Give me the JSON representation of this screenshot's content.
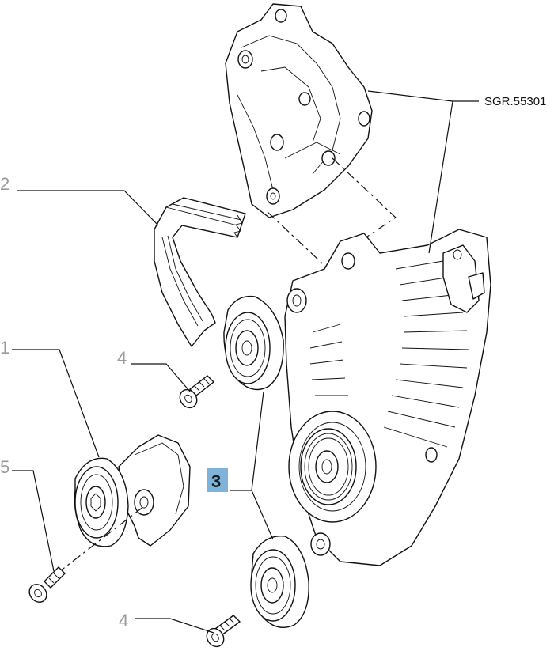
{
  "callouts": [
    {
      "id": "1",
      "label": "1",
      "highlighted": false
    },
    {
      "id": "2",
      "label": "2",
      "highlighted": false
    },
    {
      "id": "3",
      "label": "3",
      "highlighted": true
    },
    {
      "id": "4a",
      "label": "4",
      "highlighted": false
    },
    {
      "id": "4b",
      "label": "4",
      "highlighted": false
    },
    {
      "id": "5",
      "label": "5",
      "highlighted": false
    }
  ],
  "reference": {
    "label": "SGR.55301"
  },
  "colors": {
    "highlight": "#7fb3d9",
    "callout_gray": "#9a9a9a",
    "line": "#111111"
  }
}
